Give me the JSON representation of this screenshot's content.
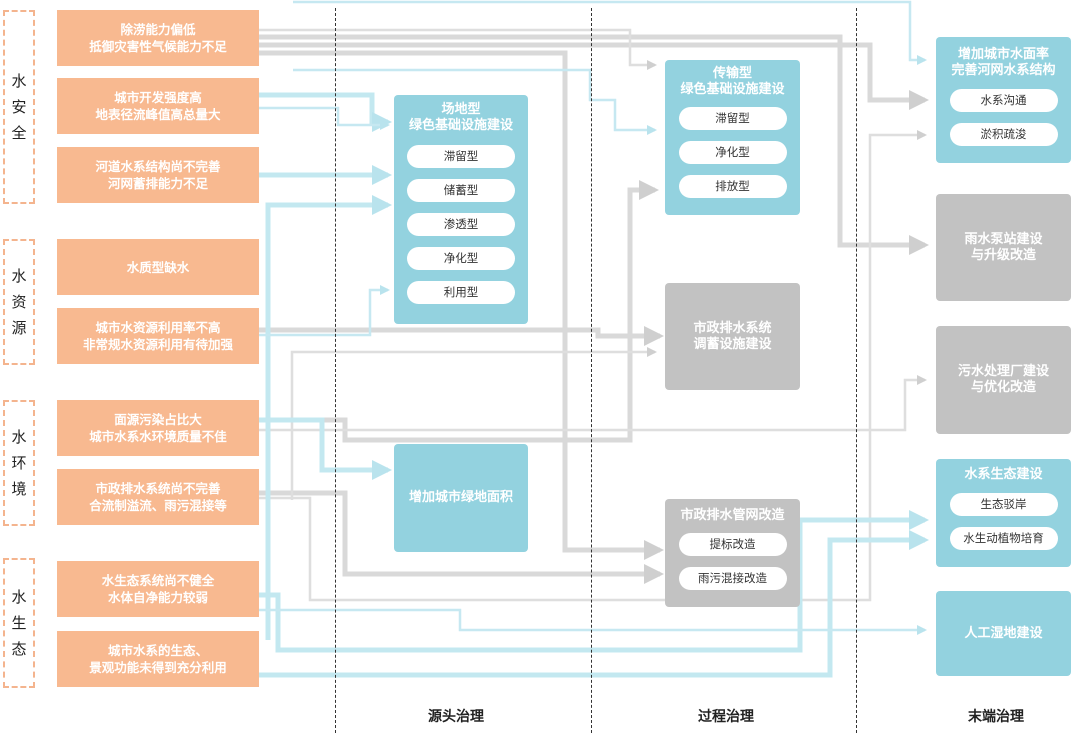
{
  "categories": [
    {
      "label": "水安全",
      "chars": [
        "水",
        "安",
        "全"
      ]
    },
    {
      "label": "水资源",
      "chars": [
        "水",
        "资",
        "源"
      ]
    },
    {
      "label": "水环境",
      "chars": [
        "水",
        "环",
        "境"
      ]
    },
    {
      "label": "水生态",
      "chars": [
        "水",
        "生",
        "态"
      ]
    }
  ],
  "problems": [
    "除涝能力偏低\n抵御灾害性气候能力不足",
    "城市开发强度高\n地表径流峰值高总量大",
    "河道水系结构尚不完善\n河网蓄排能力不足",
    "水质型缺水",
    "城市水资源利用率不高\n非常规水资源利用有待加强",
    "面源污染占比大\n城市水系水环境质量不佳",
    "市政排水系统尚不完善\n合流制溢流、雨污混接等",
    "水生态系统尚不健全\n水体自净能力较弱",
    "城市水系的生态、\n景观功能未得到充分利用"
  ],
  "source_stage": {
    "site_facility": {
      "title": "场地型\n绿色基础设施建设",
      "items": [
        "滞留型",
        "储蓄型",
        "渗透型",
        "净化型",
        "利用型"
      ]
    },
    "green_area": {
      "title": "增加城市绿地面积"
    }
  },
  "process_stage": {
    "transport_facility": {
      "title": "传输型\n绿色基础设施建设",
      "items": [
        "滞留型",
        "净化型",
        "排放型"
      ]
    },
    "drainage_storage": {
      "title": "市政排水系统\n调蓄设施建设"
    },
    "pipe_network": {
      "title": "市政排水管网改造",
      "items": [
        "提标改造",
        "雨污混接改造"
      ]
    }
  },
  "end_stage": {
    "water_surface": {
      "title": "增加城市水面率\n完善河网水系结构",
      "items": [
        "水系沟通",
        "淤积疏浚"
      ]
    },
    "pump_station": {
      "title": "雨水泵站建设\n与升级改造"
    },
    "sewage_plant": {
      "title": "污水处理厂建设\n与优化改造"
    },
    "eco_system": {
      "title": "水系生态建设",
      "items": [
        "生态驳岸",
        "水生动植物培育"
      ]
    },
    "wetland": {
      "title": "人工湿地建设"
    }
  },
  "stages": [
    "源头治理",
    "过程治理",
    "末端治理"
  ],
  "colors": {
    "orange": "#f8b990",
    "blue": "#93d2df",
    "gray": "#c2c2c2",
    "link_blue": "#c3e8f0",
    "link_gray": "#d9d9d9"
  }
}
